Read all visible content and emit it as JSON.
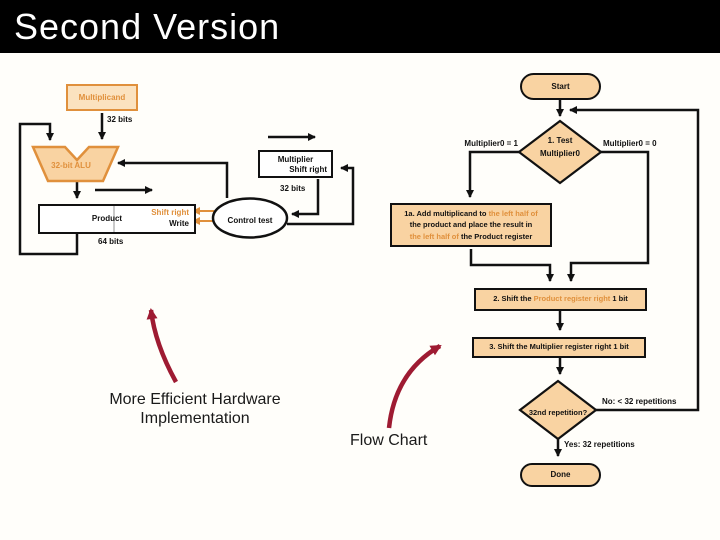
{
  "slide": {
    "title": "Second Version"
  },
  "hardware": {
    "multiplicand": "Multiplicand",
    "multiplicand_bits": "32 bits",
    "alu": "32-bit ALU",
    "multiplier": "Multiplier",
    "multiplier_shift": "Shift right",
    "multiplier_bits": "32 bits",
    "product": "Product",
    "product_shift": "Shift right",
    "product_write": "Write",
    "product_bits": "64 bits",
    "control": "Control test"
  },
  "flowchart": {
    "start": "Start",
    "test": {
      "line1": "1. Test",
      "line2": "Multiplier0"
    },
    "branch_one": "Multiplier0 = 1",
    "branch_zero": "Multiplier0 = 0",
    "step1a": {
      "t1": "1a. Add multiplicand to ",
      "hl1": "the left half of",
      "t2": "the product and place the result in",
      "hl2": "the left half of",
      "t3": " the Product register"
    },
    "step2": {
      "t1": "2. Shift the ",
      "hl": "Product register right",
      "t2": " 1 bit"
    },
    "step3": "3. Shift the Multiplier register right 1 bit",
    "repetition": "32nd repetition?",
    "no": "No: < 32 repetitions",
    "yes": "Yes: 32 repetitions",
    "done": "Done"
  },
  "captions": {
    "hw1": "More Efficient Hardware",
    "hw2": "Implementation",
    "flow": "Flow Chart"
  },
  "colors": {
    "accent_orange": "#e0903c",
    "shape_fill": "#f9d3a2",
    "red_arrow": "#9e1b32",
    "banner": "#000000"
  }
}
